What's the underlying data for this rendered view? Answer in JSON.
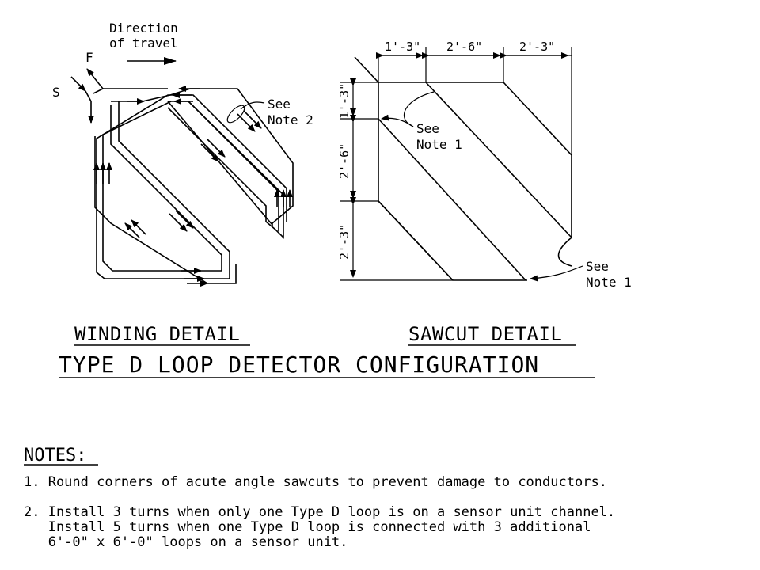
{
  "winding": {
    "direction_line1": "Direction",
    "direction_line2": "of travel",
    "f_label": "F",
    "s_label": "S",
    "see_line1": "See",
    "see_line2": "Note 2",
    "caption": "WINDING DETAIL"
  },
  "sawcut": {
    "dim_top": [
      "1'-3\"",
      "2'-6\"",
      "2'-3\""
    ],
    "dim_left": [
      "1'-3\"",
      "2'-6\"",
      "2'-3\""
    ],
    "callout_a_line1": "See",
    "callout_a_line2": "Note 1",
    "callout_b_line1": "See",
    "callout_b_line2": "Note 1",
    "caption": "SAWCUT DETAIL"
  },
  "main_title": "TYPE D LOOP DETECTOR CONFIGURATION",
  "notes": {
    "heading": "NOTES:",
    "n1": "1. Round corners of acute angle sawcuts to prevent damage to conductors.",
    "n2_line1": "2. Install 3 turns when only one Type D loop is on a sensor unit channel.",
    "n2_line2": "   Install 5 turns when one Type D loop is connected with 3 additional",
    "n2_line3": "   6'-0\" x 6'-0\" loops on a sensor unit."
  }
}
